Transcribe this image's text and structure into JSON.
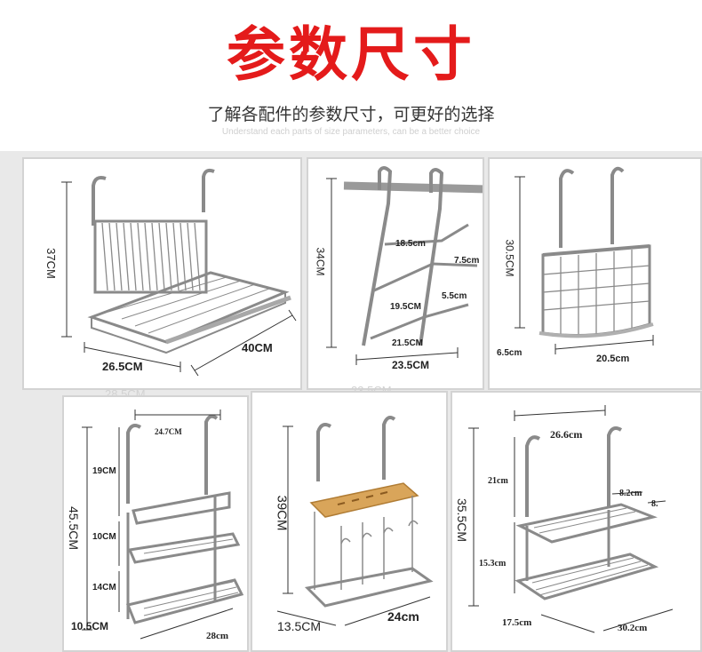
{
  "header": {
    "title": "参数尺寸",
    "subtitle": "了解各配件的参数尺寸，可更好的选择",
    "subtitle_en": "Understand each parts of size parameters, can be a better choice"
  },
  "panels": {
    "dish_rack": {
      "height": "37CM",
      "depth": "26.5CM",
      "width": "40CM"
    },
    "lid_rack": {
      "height": "34CM",
      "top": "18.5cm",
      "gap1": "7.5cm",
      "middle": "19.5CM",
      "gap2": "5.5cm",
      "bottom": "21.5CM",
      "width": "23.5CM"
    },
    "utensil_holder": {
      "height": "30.5CM",
      "depth": "6.5cm",
      "width": "20.5cm"
    },
    "three_tier_rack": {
      "top_width": "24.7CM",
      "height": "45.5CM",
      "seg1": "19CM",
      "seg2": "10CM",
      "seg3": "14CM",
      "depth": "10.5CM",
      "width": "28cm"
    },
    "knife_holder": {
      "height": "39CM",
      "depth": "13.5CM",
      "width": "24cm"
    },
    "two_tier_rack": {
      "top_width": "26.6cm",
      "height": "35.5CM",
      "seg1": "21cm",
      "seg2": "15.3cm",
      "gap1": "8.2cm",
      "gap2": "8.",
      "depth": "17.5cm",
      "width": "30.2cm"
    }
  },
  "colors": {
    "title": "#e41b1b",
    "metal": "#8a8a8a",
    "wood": "#d9a55a"
  }
}
